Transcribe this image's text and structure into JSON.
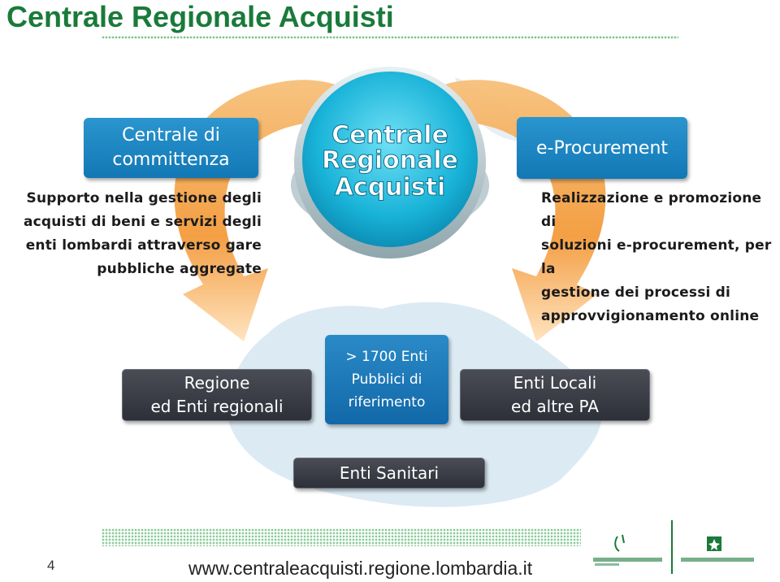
{
  "title": "Centrale Regionale Acquisti",
  "center_badge": {
    "lines": [
      "Centrale",
      "Regionale",
      "Acquisti"
    ]
  },
  "left_box": {
    "lines": [
      "Centrale di",
      "committenza"
    ]
  },
  "right_box": {
    "label": "e-Procurement"
  },
  "left_desc": {
    "lines": [
      "Supporto nella gestione degli",
      "acquisti di beni e servizi degli",
      "enti lombardi attraverso gare",
      "pubbliche aggregate"
    ]
  },
  "right_desc": {
    "lines": [
      "Realizzazione e promozione di",
      "soluzioni e-procurement, per la",
      "gestione dei processi di",
      "approvvigionamento online"
    ]
  },
  "targets": {
    "regione": [
      "Regione",
      "ed Enti regionali"
    ],
    "enti_pubblici": [
      "> 1700 Enti",
      "Pubblici di",
      "riferimento"
    ],
    "enti_locali": [
      "Enti Locali",
      "ed altre PA"
    ],
    "enti_sanitari": "Enti Sanitari"
  },
  "footer": {
    "page_number": "4",
    "url": "www.centraleacquisti.regione.lombardia.it"
  },
  "colors": {
    "title_green": "#1a7a3a",
    "arrow_orange": "#f0a040",
    "box_blue": "#1e88c5",
    "box_dark": "#353840",
    "map_blue": "#d6e6f2"
  }
}
